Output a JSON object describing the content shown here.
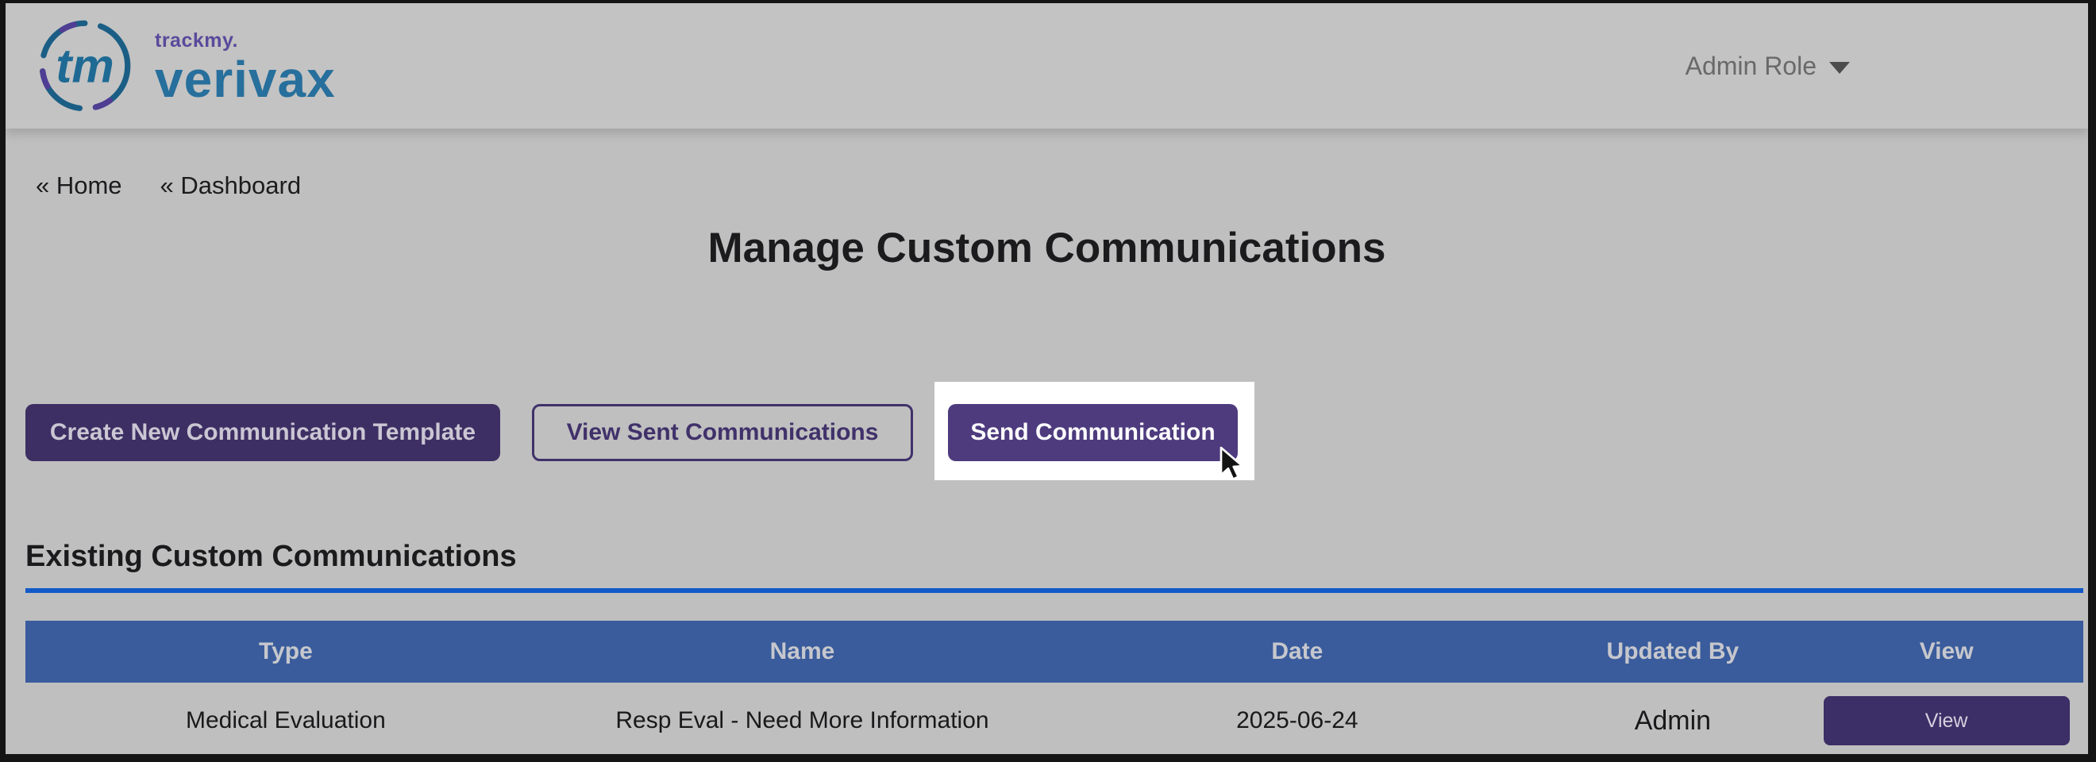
{
  "header": {
    "logo": {
      "monogram": "tm",
      "brand_top": "trackmy.",
      "brand_name": "verivax"
    },
    "role_dropdown": {
      "label": "Admin Role"
    }
  },
  "breadcrumbs": [
    {
      "label": "« Home"
    },
    {
      "label": "« Dashboard"
    }
  ],
  "page": {
    "title": "Manage Custom Communications"
  },
  "actions": {
    "create_template": "Create New Communication Template",
    "view_sent": "View Sent Communications",
    "send": "Send Communication"
  },
  "section": {
    "heading": "Existing Custom Communications"
  },
  "table": {
    "columns": [
      "Type",
      "Name",
      "Date",
      "Updated By",
      "View"
    ],
    "rows": [
      {
        "type": "Medical Evaluation",
        "name": "Resp Eval - Need More Information",
        "date": "2025-06-24",
        "updated_by": "Admin",
        "view_label": "View"
      }
    ]
  },
  "colors": {
    "primary_dark_purple": "#3d2f63",
    "primary_purple": "#4d3b7e",
    "outline_purple": "#40316a",
    "table_header_blue": "#3a5c9c",
    "rule_blue": "#135ac8",
    "logo_blue": "#276f9c",
    "logo_purple": "#5a4a9b",
    "backdrop_gray": "#bfbfbf",
    "highlight_white": "#ffffff"
  }
}
